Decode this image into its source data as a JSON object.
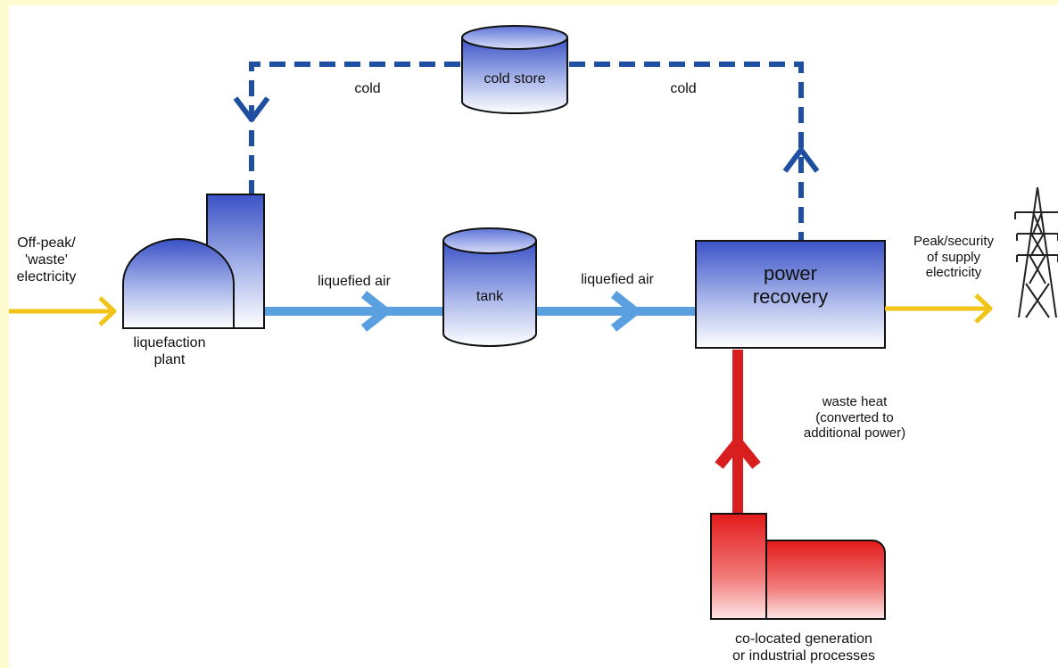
{
  "labels": {
    "input_electricity": "Off-peak/\n'waste'\nelectricity",
    "liquefaction_plant": "liquefaction\nplant",
    "liquefied_air_1": "liquefied air",
    "tank": "tank",
    "liquefied_air_2": "liquefied air",
    "power_recovery": "power\nrecovery",
    "output_electricity": "Peak/security\nof supply\nelectricity",
    "cold_store": "cold store",
    "cold_left": "cold",
    "cold_right": "cold",
    "waste_heat": "waste heat\n(converted to\nadditional power)",
    "colocated": "co-located generation\nor industrial processes"
  },
  "colors": {
    "electricity_flow": "#f0c419",
    "liquid_air_flow": "#5aa0e0",
    "cold_flow": "#1f4fa0",
    "heat_flow": "#d81e1e",
    "equipment_blue": "#3b55c8",
    "equipment_red": "#e01c1c",
    "frame_border": "#fffbd0"
  },
  "icons": [
    "electricity-pylon-icon"
  ]
}
